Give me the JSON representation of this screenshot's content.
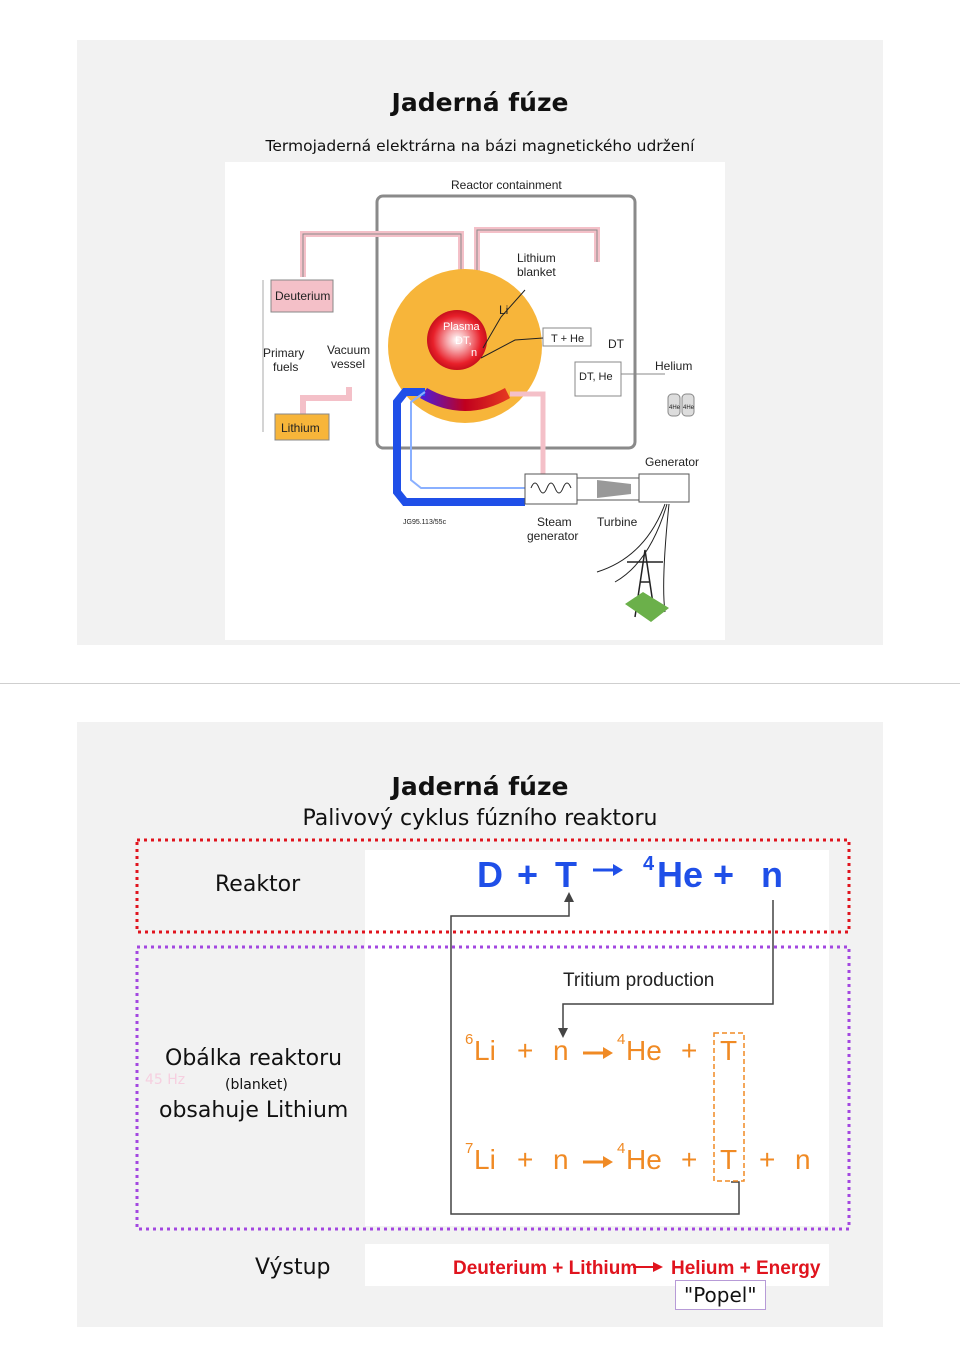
{
  "slide1": {
    "title": "Jaderná fúze",
    "subtitle": "Termojaderná elektrárna na bázi magnetického udržení",
    "diagram": {
      "containment": "Reactor containment",
      "lithium_blanket_1": "Lithium",
      "lithium_blanket_2": "blanket",
      "li": "Li",
      "plasma": "Plasma",
      "dt": "DT,",
      "n": "n",
      "t_he": "T + He",
      "dt_right": "DT",
      "dt_he": "DT, He",
      "helium": "Helium",
      "he4_a": "4He",
      "he4_b": "4He",
      "deuterium": "Deuterium",
      "primary_1": "Primary",
      "primary_2": "fuels",
      "vacuum_1": "Vacuum",
      "vacuum_2": "vessel",
      "lithium": "Lithium",
      "generator": "Generator",
      "code": "JG95.113/55c",
      "steam_1": "Steam",
      "steam_2": "generator",
      "turbine": "Turbine",
      "colors": {
        "plasma": "#e8202a",
        "blanket": "#f7b53a",
        "hot": "#c0001e",
        "cold": "#1f4fe8",
        "pipe": "#f4c0c8"
      }
    }
  },
  "slide2": {
    "title": "Jaderná fúze",
    "subtitle": "Palivový cyklus fúzního reaktoru",
    "reactor_label": "Reaktor",
    "blanket_label_1": "Obálka reaktoru",
    "blanket_label_2": "(blanket)",
    "blanket_label_3": "obsahuje Lithium",
    "ghost_text": "45 Hz",
    "output_label": "Výstup",
    "ash": "\"Popel\"",
    "reaction": {
      "d": "D",
      "plus1": "+",
      "t": "T",
      "he_sup": "4",
      "he": "He",
      "plus2": "+",
      "n": "n"
    },
    "tritium_title": "Tritium production",
    "eq1": {
      "sup_li": "6",
      "li": "Li",
      "p1": "+",
      "n": "n",
      "sup_he": "4",
      "he": "He",
      "p2": "+",
      "t": "T"
    },
    "eq2": {
      "sup_li": "7",
      "li": "Li",
      "p1": "+",
      "n": "n",
      "sup_he": "4",
      "he": "He",
      "p2": "+",
      "t": "T",
      "p3": "+",
      "n2": "n"
    },
    "output": {
      "left": "Deuterium + Lithium",
      "right": "Helium + Energy"
    },
    "colors": {
      "blue": "#1f4fe8",
      "orange": "#f08a24",
      "red": "#e0141e",
      "red_border": "#e0141e",
      "purple_border": "#a347e0"
    }
  }
}
